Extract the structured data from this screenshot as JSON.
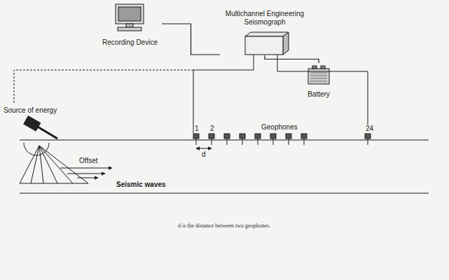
{
  "diagram": {
    "caption": "d is the distance between two geophones.",
    "nodes": [
      {
        "text": [
          "Recording Device"
        ]
      },
      {
        "text": [
          "Multichannel Engineering Seismograph"
        ]
      },
      {
        "text": [
          "Battery"
        ]
      }
    ],
    "edges": [
      {
        "from": 0,
        "to": 1,
        "arrow": "none"
      },
      {
        "from": 1,
        "to": 2,
        "arrow": "none"
      }
    ],
    "labels": [
      "Source of energy",
      "Offset",
      "Geophones",
      "1",
      "2",
      "24",
      "d",
      "Seismic waves"
    ]
  }
}
